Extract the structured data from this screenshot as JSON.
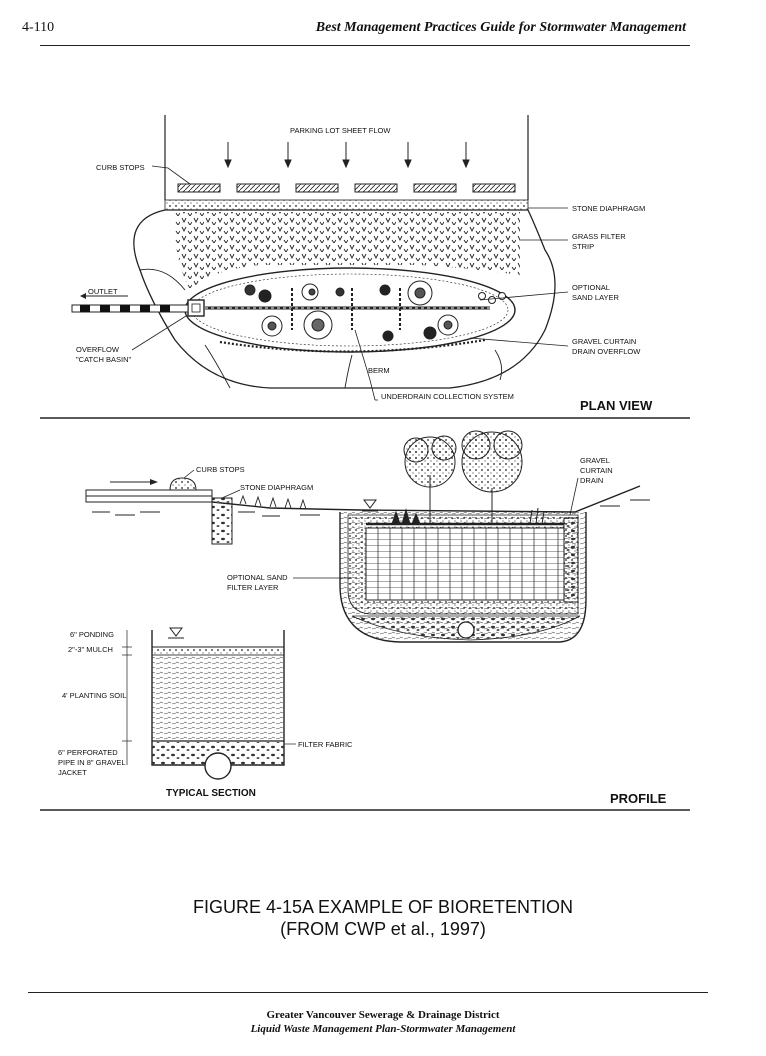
{
  "header": {
    "page_number": "4-110",
    "running_title": "Best Management Practices Guide for Stormwater Management"
  },
  "plan_view": {
    "title": "PLAN VIEW",
    "labels": {
      "sheet_flow": "PARKING LOT SHEET FLOW",
      "curb_stops": "CURB STOPS",
      "stone_diaphragm": "STONE DIAPHRAGM",
      "grass_filter_1": "GRASS FILTER",
      "grass_filter_2": "STRIP",
      "optional_sand_1": "OPTIONAL",
      "optional_sand_2": "SAND LAYER",
      "outlet": "OUTLET",
      "overflow_1": "OVERFLOW",
      "overflow_2": "\"CATCH BASIN\"",
      "gravel_curtain_1": "GRAVEL CURTAIN",
      "gravel_curtain_2": "DRAIN OVERFLOW",
      "berm": "BERM",
      "underdrain": "UNDERDRAIN COLLECTION SYSTEM"
    }
  },
  "profile": {
    "title": "PROFILE",
    "labels": {
      "curb_stops": "CURB STOPS",
      "stone_diaphragm": "STONE DIAPHRAGM",
      "gravel_curtain_1": "GRAVEL",
      "gravel_curtain_2": "CURTAIN",
      "gravel_curtain_3": "DRAIN",
      "sand_filter_1": "OPTIONAL SAND",
      "sand_filter_2": "FILTER LAYER"
    },
    "typical_section": {
      "title": "TYPICAL SECTION",
      "ponding": "6\" PONDING",
      "mulch": "2\"-3\" MULCH",
      "planting_soil": "4' PLANTING SOIL",
      "filter_fabric": "FILTER FABRIC",
      "pipe_1": "6\" PERFORATED",
      "pipe_2": "PIPE IN 8\" GRAVEL",
      "pipe_3": "JACKET"
    }
  },
  "caption": {
    "line1": "FIGURE 4-15A  EXAMPLE OF BIORETENTION",
    "line2": "(FROM CWP et al., 1997)"
  },
  "footer": {
    "line1": "Greater Vancouver Sewerage & Drainage District",
    "line2": "Liquid Waste Management Plan-Stormwater Management"
  }
}
